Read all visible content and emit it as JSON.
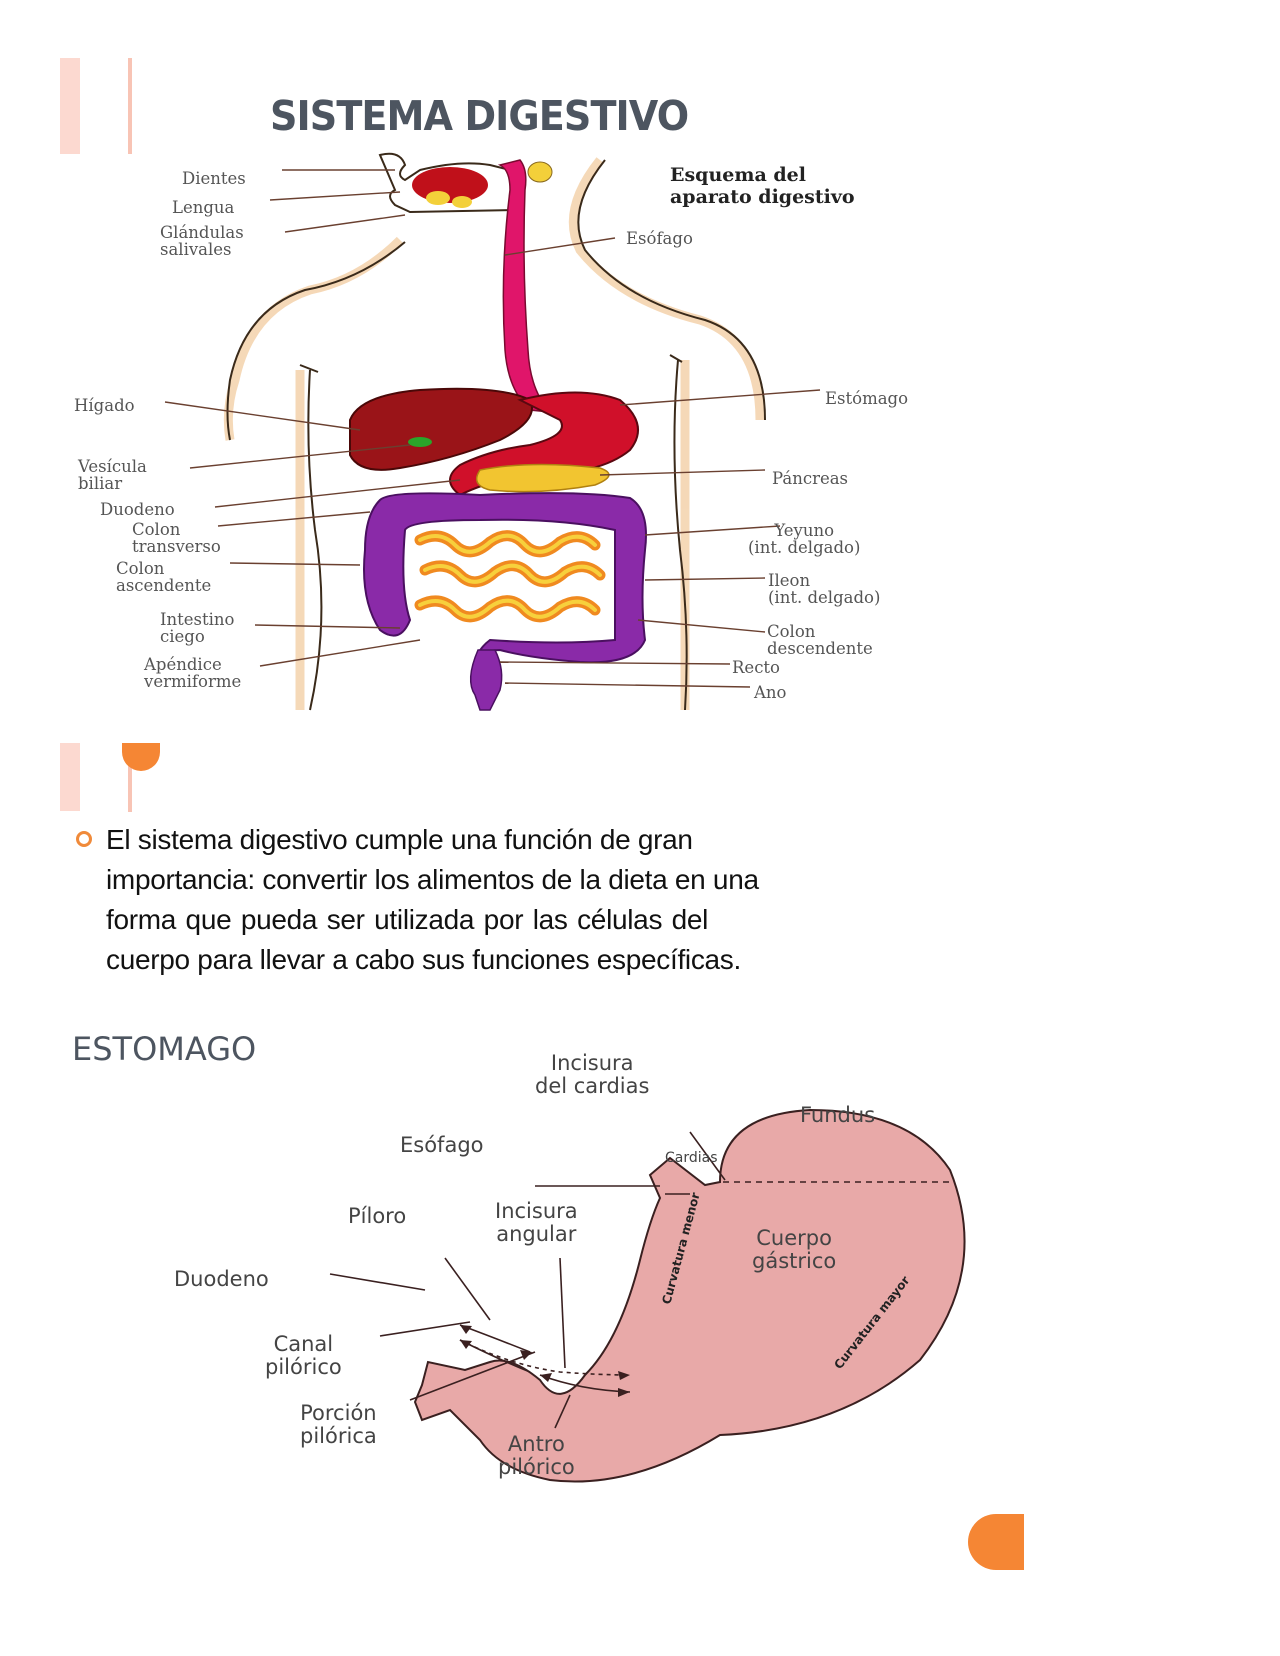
{
  "slide1": {
    "title": "SISTEMA DIGESTIVO",
    "diagram": {
      "heading_line1": "Esquema del",
      "heading_line2": "aparato digestivo",
      "labels_left": [
        {
          "text": "Dientes"
        },
        {
          "text": "Lengua"
        },
        {
          "line1": "Glándulas",
          "line2": "salivales"
        },
        {
          "text": "Hígado"
        },
        {
          "line1": "Vesícula",
          "line2": "biliar"
        },
        {
          "text": "Duodeno"
        },
        {
          "line1": "Colon",
          "line2": "transverso"
        },
        {
          "line1": "Colon",
          "line2": "ascendente"
        },
        {
          "line1": "Intestino",
          "line2": "ciego"
        },
        {
          "line1": "Apéndice",
          "line2": "vermiforme"
        }
      ],
      "labels_right": [
        {
          "text": "Esófago"
        },
        {
          "text": "Estómago"
        },
        {
          "text": "Páncreas"
        },
        {
          "line1": "Yeyuno",
          "line2": "(int. delgado)"
        },
        {
          "line1": "Ileon",
          "line2": "(int. delgado)"
        },
        {
          "line1": "Colon",
          "line2": "descendente"
        },
        {
          "text": "Recto"
        },
        {
          "text": "Ano"
        }
      ]
    }
  },
  "slide2": {
    "bullet_lines": [
      " El  sistema digestivo cumple una función de gran",
      "importancia: convertir los alimentos de la dieta en una",
      "forma  que  pueda  ser  utilizada  por  las  células  del",
      "cuerpo  para  llevar  a  cabo  sus funciones específicas."
    ],
    "section_title": "ESTOMAGO",
    "stomach_diagram": {
      "incisura_cardias_1": "Incisura",
      "incisura_cardias_2": "del cardias",
      "fundus": "Fundus",
      "esofago": "Esófago",
      "cardias": "Cardias",
      "piloro": "Píloro",
      "incisura_angular_1": "Incisura",
      "incisura_angular_2": "angular",
      "curvatura_menor": "Curvatura menor",
      "cuerpo_1": "Cuerpo",
      "cuerpo_2": "gástrico",
      "curvatura_mayor": "Curvatura mayor",
      "duodeno": "Duodeno",
      "canal_1": "Canal",
      "canal_2": "pilórico",
      "porcion_1": "Porción",
      "porcion_2": "pilórica",
      "antro_1": "Antro",
      "antro_2": "pilórico"
    }
  },
  "colors": {
    "accent_orange": "#f58634",
    "deco_pink": "#fcd9d0",
    "title_gray": "#4d5560",
    "stomach_pink": "#e8a9a8"
  }
}
